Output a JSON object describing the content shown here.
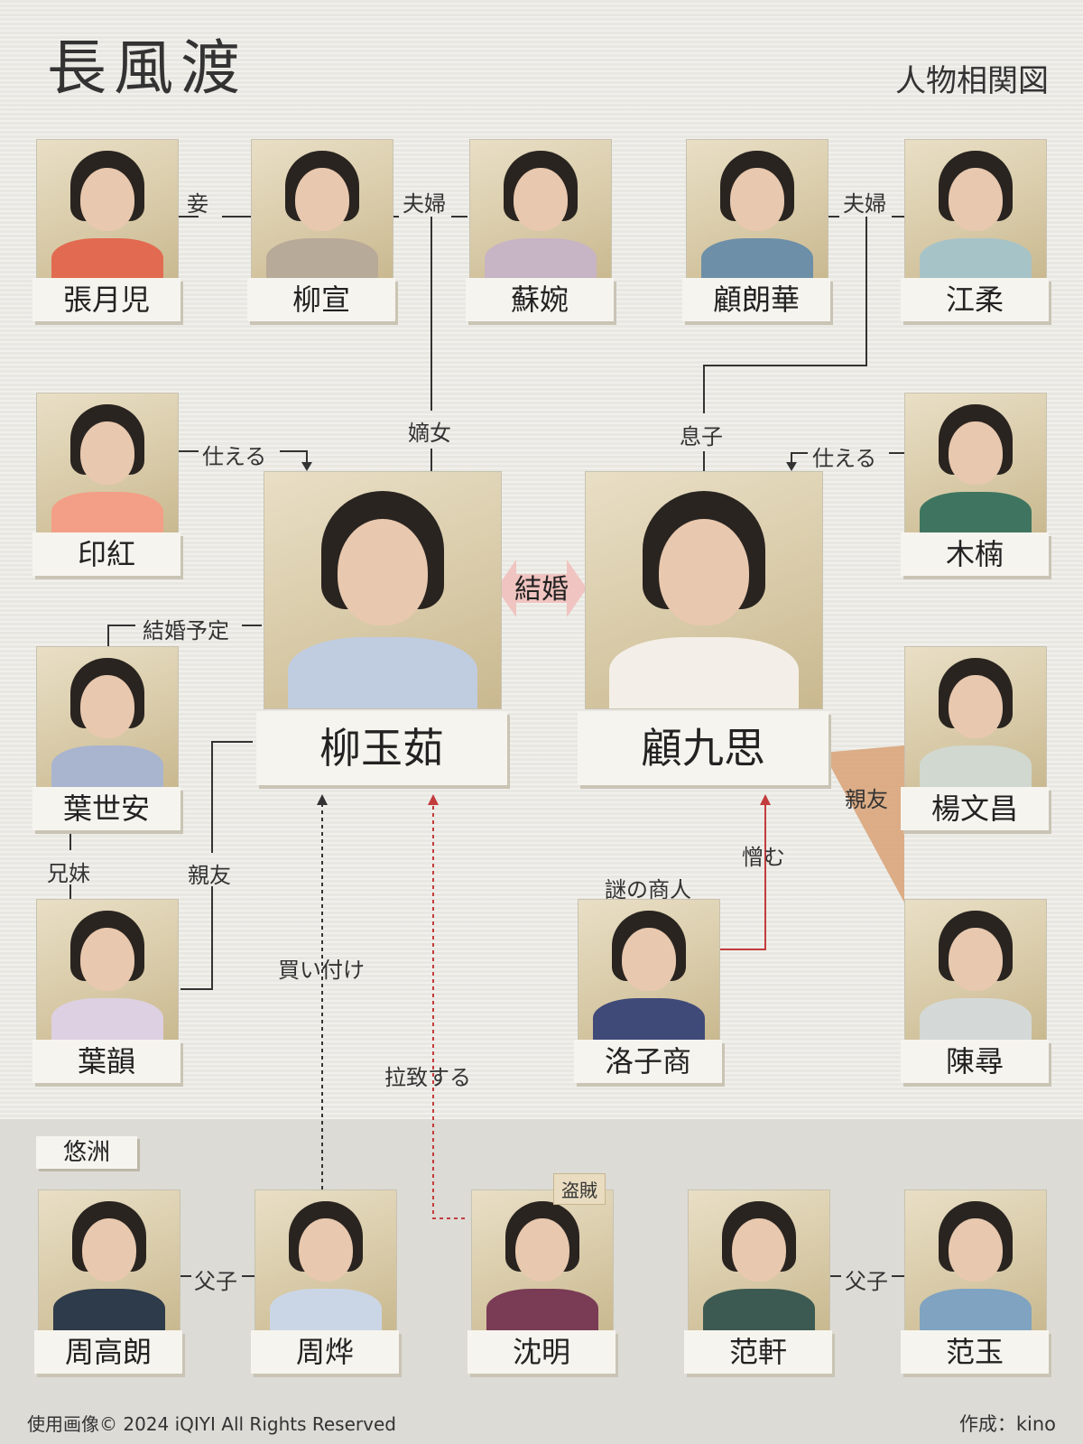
{
  "header": {
    "title": "長風渡",
    "subtitle": "人物相関図"
  },
  "characters": [
    {
      "id": "zhangyueer",
      "name": "張月児"
    },
    {
      "id": "liuxuan",
      "name": "柳宣"
    },
    {
      "id": "suwan",
      "name": "蘇婉"
    },
    {
      "id": "gulanghua",
      "name": "顧朗華"
    },
    {
      "id": "jiangrou",
      "name": "江柔"
    },
    {
      "id": "yinhong",
      "name": "印紅"
    },
    {
      "id": "munan",
      "name": "木楠"
    },
    {
      "id": "liuyuru",
      "name": "柳玉茹"
    },
    {
      "id": "gujiusi",
      "name": "顧九思"
    },
    {
      "id": "yeshian",
      "name": "葉世安"
    },
    {
      "id": "yangwenchang",
      "name": "楊文昌"
    },
    {
      "id": "yeyun",
      "name": "葉韻"
    },
    {
      "id": "luozishang",
      "name": "洛子商"
    },
    {
      "id": "chenxun",
      "name": "陳尋"
    },
    {
      "id": "zhougaolang",
      "name": "周高朗"
    },
    {
      "id": "zhouye",
      "name": "周烨"
    },
    {
      "id": "shenming",
      "name": "沈明"
    },
    {
      "id": "fanxuan",
      "name": "范軒"
    },
    {
      "id": "fanyu",
      "name": "范玉"
    }
  ],
  "relations": {
    "concubine": "妾",
    "couple1": "夫婦",
    "couple2": "夫婦",
    "daughter": "嫡女",
    "son": "息子",
    "serve1": "仕える",
    "serve2": "仕える",
    "marriage": "結婚",
    "engaged": "結婚予定",
    "friend1": "親友",
    "friend2": "親友",
    "siblings": "兄妹",
    "hate": "憎む",
    "mystery_merchant": "謎の商人",
    "purchase": "買い付け",
    "kidnap": "拉致する",
    "father_son1": "父子",
    "father_son2": "父子"
  },
  "badges": {
    "thief": "盗賊"
  },
  "region": {
    "label": "悠洲"
  },
  "footer": {
    "copyright": "使用画像© 2024 iQIYI All Rights Reserved",
    "author": "作成：kino"
  },
  "colors": {
    "accent_orange": "#d9a57c",
    "arrow_pink": "#f0c4c0",
    "dashed_red": "#c33c3c"
  }
}
